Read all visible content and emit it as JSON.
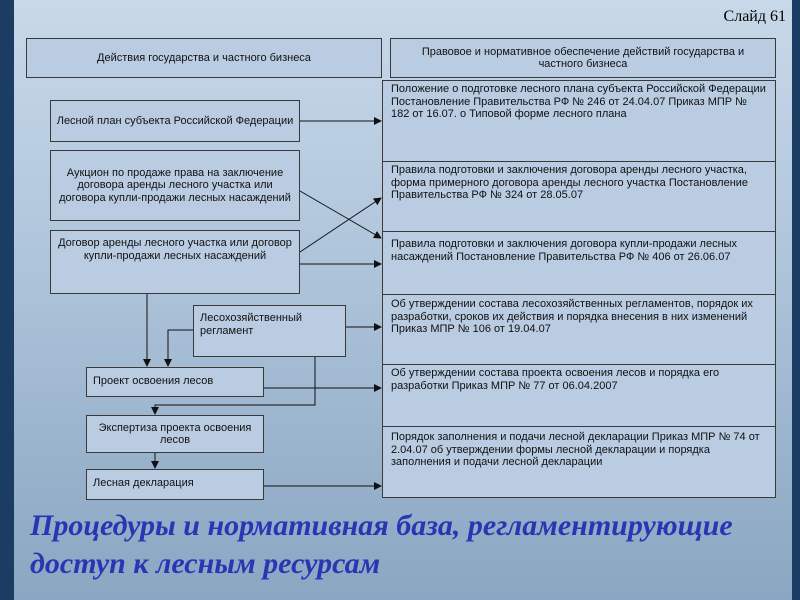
{
  "slide_label": "Слайд 61",
  "header": {
    "left": "Действия государства и частного бизнеса",
    "right": "Правовое и нормативное обеспечение действий государства и частного бизнеса"
  },
  "left_boxes": {
    "forest_plan": "Лесной план субъекта Российской Федерации",
    "auction": "Аукцион по продаже права на заключение договора аренды лесного участка или договора купли-продажи лесных насаждений",
    "contract": "Договор аренды лесного участка или договор купли-продажи лесных насаждений",
    "regulation": "Лесохозяйственный регламент",
    "project": "Проект освоения лесов",
    "expertise": "Экспертиза проекта освоения лесов",
    "declaration": "Лесная декларация"
  },
  "right_rows": [
    "Положение о подготовке лесного плана субъекта Российской Федерации Постановление Правительства РФ № 246 от 24.04.07 Приказ МПР № 182 от 16.07. о Типовой форме лесного плана",
    "Правила подготовки и заключения договора аренды лесного участка, форма примерного договора аренды лесного участка Постановление Правительства РФ № 324 от 28.05.07",
    "Правила подготовки и заключения договора купли-продажи лесных насаждений Постановление Правительства РФ № 406 от 26.06.07",
    "Об утверждении состава лесохозяйственных регламентов, порядок их разработки, сроков их действия и порядка внесения в них изменений Приказ МПР № 106 от 19.04.07",
    "Об утверждении состава проекта освоения лесов и порядка его разработки Приказ МПР № 77 от 06.04.2007",
    "Порядок заполнения и подачи лесной декларации Приказ МПР № 74 от 2.04.07 об утверждении формы лесной декларации и порядка заполнения и подачи лесной декларации"
  ],
  "title": "Процедуры и нормативная база, регламентирующие доступ к лесным ресурсам"
}
